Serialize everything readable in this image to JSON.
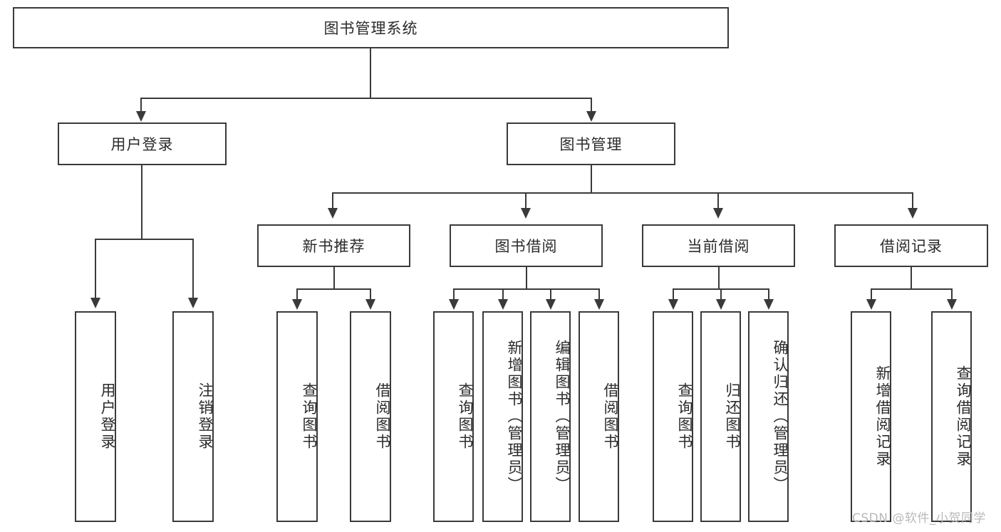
{
  "diagram": {
    "title_node": {
      "label": "图书管理系统"
    },
    "level2": [
      {
        "id": "user-login",
        "label": "用户登录"
      },
      {
        "id": "book-management",
        "label": "图书管理"
      }
    ],
    "level3": [
      {
        "id": "new-book-recommend",
        "label": "新书推荐"
      },
      {
        "id": "book-borrow",
        "label": "图书借阅"
      },
      {
        "id": "current-borrow",
        "label": "当前借阅"
      },
      {
        "id": "borrow-record",
        "label": "借阅记录"
      }
    ],
    "leaves": {
      "user_login": [
        {
          "id": "leaf-user-login",
          "label": "用户登录"
        },
        {
          "id": "leaf-logout-login",
          "label": "注销登录"
        }
      ],
      "new_book_recommend": [
        {
          "id": "leaf-query-book-1",
          "label": "查询图书"
        },
        {
          "id": "leaf-borrow-book-1",
          "label": "借阅图书"
        }
      ],
      "book_borrow": [
        {
          "id": "leaf-query-book-2",
          "label": "查询图书"
        },
        {
          "id": "leaf-add-book",
          "label": "新增图书（管理员）"
        },
        {
          "id": "leaf-edit-book",
          "label": "编辑图书（管理员）"
        },
        {
          "id": "leaf-borrow-book-2",
          "label": "借阅图书"
        }
      ],
      "current_borrow": [
        {
          "id": "leaf-query-book-3",
          "label": "查询图书"
        },
        {
          "id": "leaf-return-book",
          "label": "归还图书"
        },
        {
          "id": "leaf-confirm-return",
          "label": "确认归还（管理员）"
        }
      ],
      "borrow_record": [
        {
          "id": "leaf-add-record",
          "label": "新增借阅记录"
        },
        {
          "id": "leaf-query-record",
          "label": "查询借阅记录"
        }
      ]
    },
    "watermark": "CSDN @软件_小贺同学",
    "colors": {
      "stroke": "#3a3a3a",
      "background": "#ffffff",
      "text": "#2b2b2b",
      "watermark": "#b9b9b9"
    }
  }
}
